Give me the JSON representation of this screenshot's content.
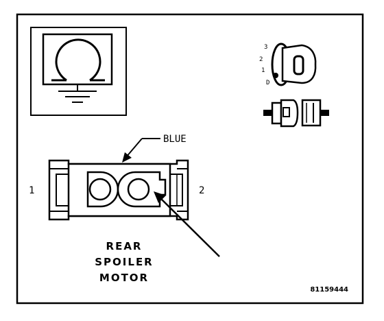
{
  "connector": {
    "wire_color_label": "BLUE",
    "pin_left_label": "1",
    "pin_right_label": "2"
  },
  "component_name": {
    "line1": "REAR",
    "line2": "SPOILER",
    "line3": "MOTOR"
  },
  "key_positions": [
    "3",
    "2",
    "1",
    "D"
  ],
  "figure_id": "81159444",
  "icons": {
    "meter": "ohmmeter-icon",
    "key": "ignition-key-icon",
    "connector": "connector-disconnected-icon"
  },
  "colors": {
    "line": "#000000",
    "background": "#ffffff",
    "fill": "#e9e9e9"
  }
}
